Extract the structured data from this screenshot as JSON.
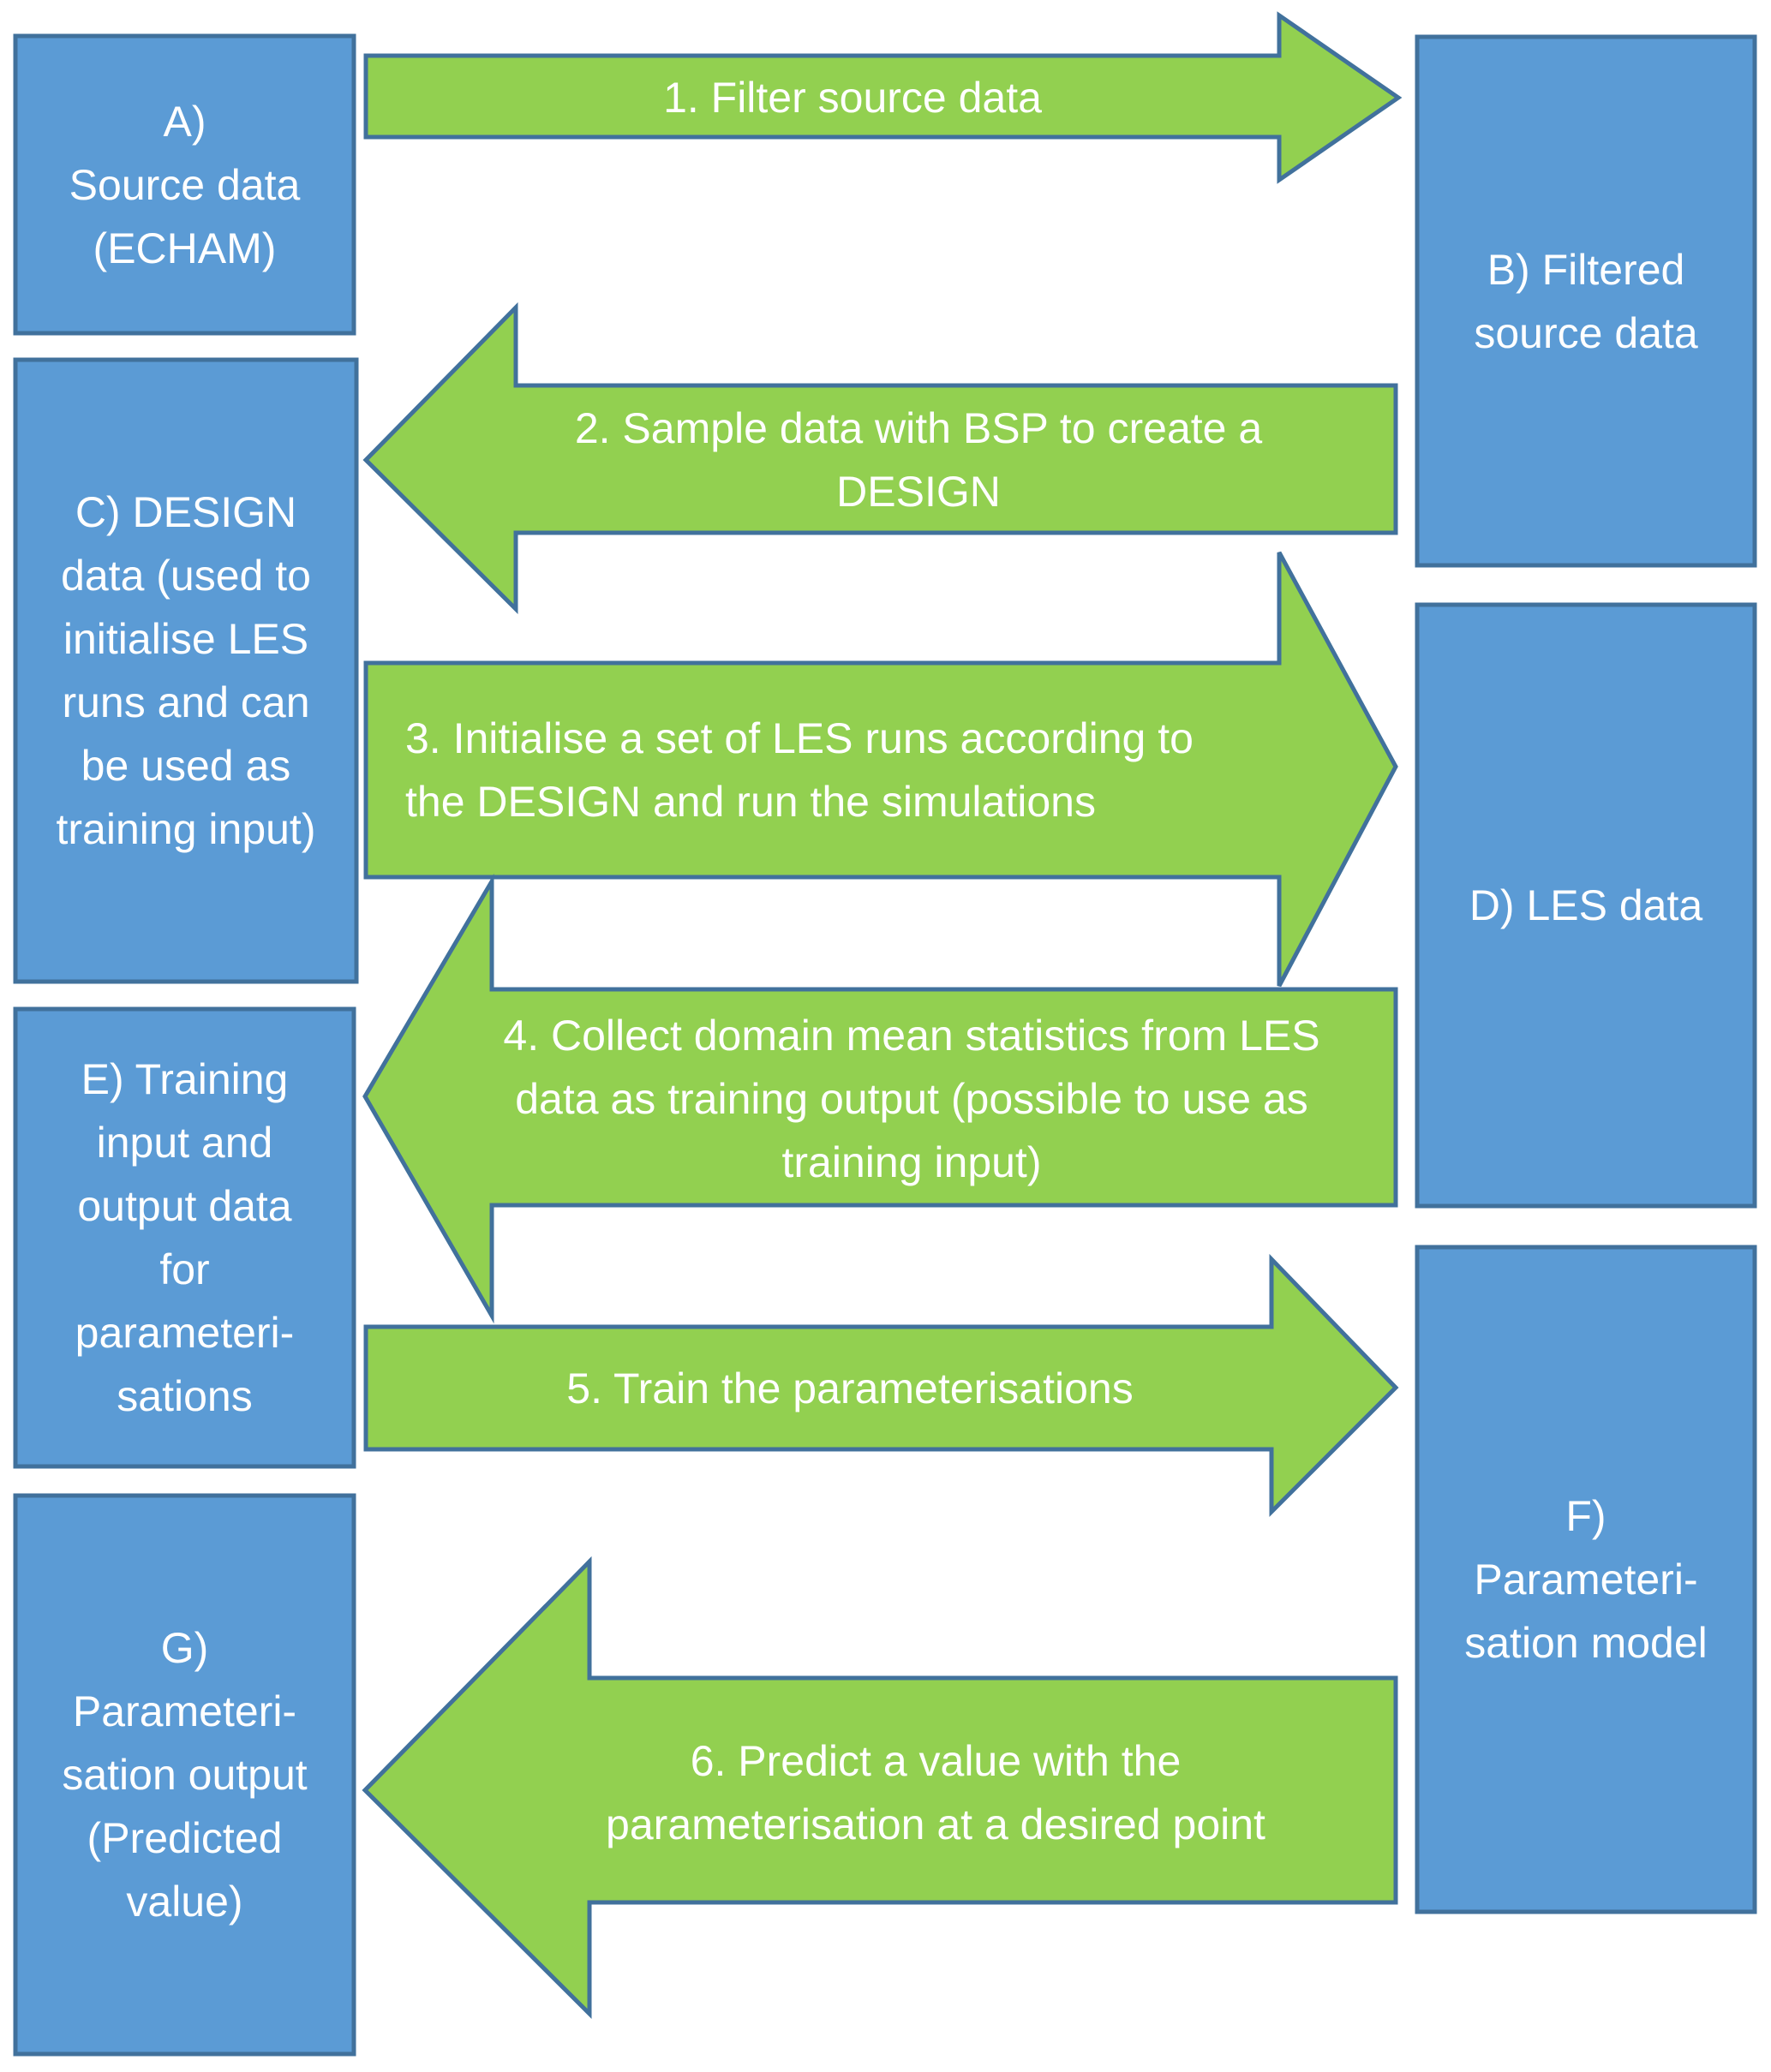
{
  "colors": {
    "box_fill": "#5b9bd5",
    "box_stroke": "#41719c",
    "arrow_fill": "#92d050",
    "text": "#ffffff"
  },
  "boxes": [
    {
      "id": "A",
      "label": "A)\nSource data\n(ECHAM)"
    },
    {
      "id": "B",
      "label": "B) Filtered\nsource data"
    },
    {
      "id": "C",
      "label": "C) DESIGN\ndata (used to\ninitialise LES\nruns and can\nbe used as\ntraining input)"
    },
    {
      "id": "D",
      "label": "D) LES data"
    },
    {
      "id": "E",
      "label": "E) Training\ninput and\noutput data\nfor\nparameteri-\nsations"
    },
    {
      "id": "F",
      "label": "F)\nParameteri-\nsation model"
    },
    {
      "id": "G",
      "label": "G)\nParameteri-\nsation output\n(Predicted\nvalue)"
    }
  ],
  "arrows": [
    {
      "step": 1,
      "direction": "right",
      "from": "A",
      "to": "B",
      "label": "1. Filter source  data"
    },
    {
      "step": 2,
      "direction": "left",
      "from": "B",
      "to": "C",
      "label": "2. Sample data with BSP to create a\nDESIGN"
    },
    {
      "step": 3,
      "direction": "right",
      "from": "C",
      "to": "D",
      "label": "3. Initialise a set of LES runs according to\nthe DESIGN and run the simulations"
    },
    {
      "step": 4,
      "direction": "left",
      "from": "D",
      "to": "E",
      "label": "4. Collect domain mean statistics from LES\ndata as training output (possible to use as\ntraining  input)"
    },
    {
      "step": 5,
      "direction": "right",
      "from": "E",
      "to": "F",
      "label": "5. Train the parameterisations"
    },
    {
      "step": 6,
      "direction": "left",
      "from": "F",
      "to": "G",
      "label": "6. Predict a value with the\nparameterisation at a desired point"
    }
  ]
}
